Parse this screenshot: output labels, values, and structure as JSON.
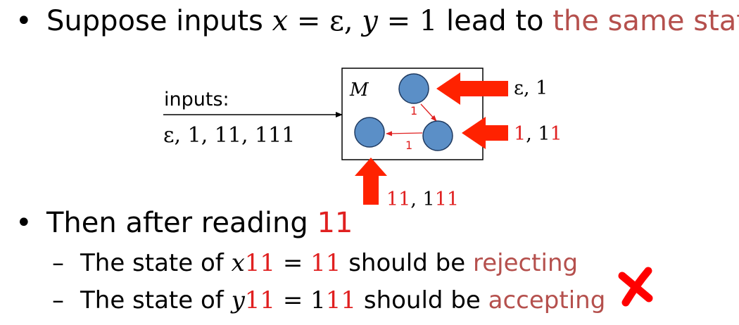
{
  "bullets": {
    "line1": {
      "prefix": "Suppose inputs ",
      "x_var": "x",
      "eq1": " = ε, ",
      "y_var": "y",
      "eq2": " = 1",
      "mid": " lead to ",
      "highlight": "the same state"
    },
    "line2": {
      "prefix": "Then after reading ",
      "value": "11"
    }
  },
  "sub_bullets": {
    "line1": {
      "prefix": "The state of ",
      "var": "x",
      "var_suffix": "11",
      "eq": " = ",
      "value": "11",
      "mid": " should be ",
      "highlight": "rejecting"
    },
    "line2": {
      "prefix": "The state of ",
      "var": "y",
      "var_suffix": "11",
      "eq": " = ",
      "value_black": "1",
      "value_red": "11",
      "mid": " should be ",
      "highlight": "accepting"
    }
  },
  "diagram": {
    "inputs_label": "inputs:",
    "inputs_list": "ε, 1, 11, 111",
    "machine_label": "M",
    "edge_label_1": "1",
    "edge_label_2": "1",
    "arrow_label_top": "ε, 1",
    "arrow_label_right_black": "1, ",
    "arrow_label_right_red": "11",
    "arrow_label_bottom_red": "11",
    "arrow_label_bottom_black": ", 111",
    "state_color": "#5b8fc7",
    "arrow_color": "#ff2200",
    "mark_color": "#ff0000"
  },
  "colors": {
    "accent_text": "#b5504d",
    "digit_red": "#e02020"
  },
  "icons": {
    "bullet": "bullet-dot",
    "dash": "en-dash",
    "result_mark": "cross-mark-icon"
  }
}
